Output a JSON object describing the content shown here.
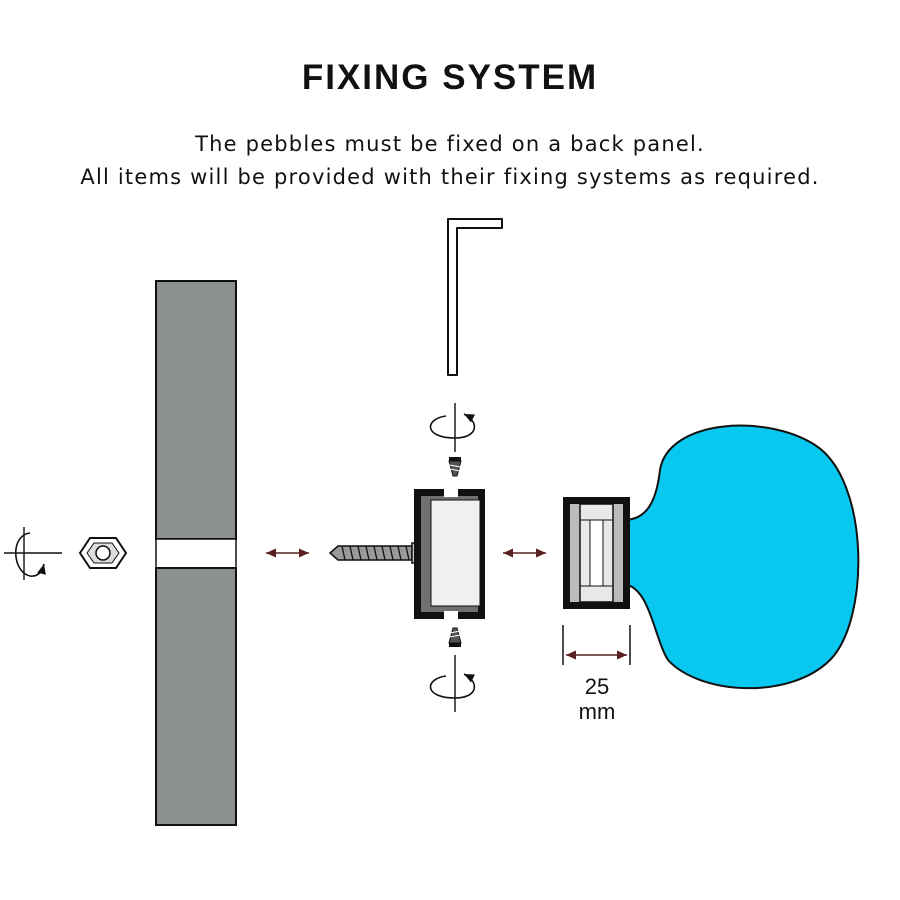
{
  "title": "FIXING SYSTEM",
  "subtitle": {
    "line1": "The pebbles must be fixed on a back panel.",
    "line2": "All items will be provided with their fixing systems as required."
  },
  "dimension": {
    "value": "25",
    "unit": "mm"
  },
  "colors": {
    "panel": "#8c9090",
    "pebble": "#08c8f0",
    "outline": "#111111",
    "arrow": "#5a2020",
    "bracket": "#707070",
    "insert": "#f0f0f0"
  },
  "icons": [
    "rotate-arrow-icon",
    "hex-nut-icon",
    "allen-key-icon",
    "screw-icon",
    "lag-screw-icon",
    "double-arrow-icon"
  ]
}
